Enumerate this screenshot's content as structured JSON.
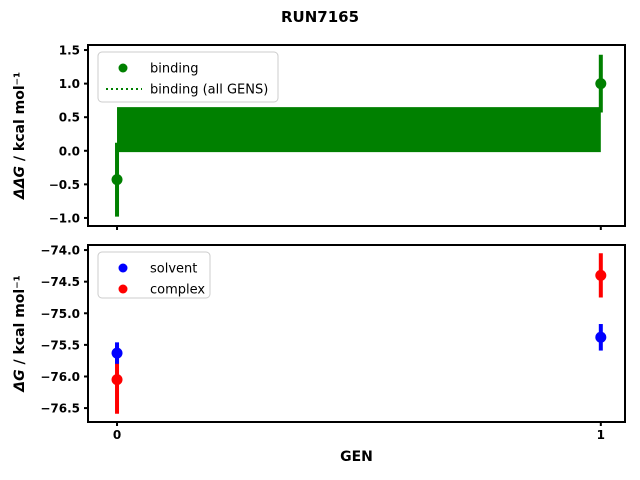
{
  "title": "RUN7165",
  "background": "#ffffff",
  "colors": {
    "binding": "#008000",
    "solvent": "#0000ff",
    "complex": "#ff0000",
    "axis": "#000000",
    "legend_border": "#cccccc"
  },
  "chart_data": [
    {
      "type": "scatter",
      "panel": "top",
      "ylabel": "ΔΔG / kcal mol⁻¹",
      "xlabel": "",
      "xlim": [
        -0.06,
        1.05
      ],
      "ylim": [
        -1.12,
        1.575
      ],
      "yticks": [
        1.5,
        1.0,
        0.5,
        0.0,
        -0.5,
        -1.0
      ],
      "yticklabels": [
        "1.5",
        "1.0",
        "0.5",
        "0.0",
        "−0.5",
        "−1.0"
      ],
      "xticks": [
        0,
        1
      ],
      "xticklabels": null,
      "grid": false,
      "legend": {
        "position": "upper left",
        "entries": [
          {
            "label": "binding",
            "handle": "dot",
            "color": "#008000"
          },
          {
            "label": "binding (all GENS)",
            "handle": "dotted-line",
            "color": "#008000"
          }
        ]
      },
      "series": [
        {
          "name": "binding",
          "color": "#008000",
          "x": [
            0,
            1
          ],
          "y": [
            -0.43,
            1.0
          ],
          "yerr": [
            0.55,
            0.43
          ]
        }
      ],
      "band": {
        "label": "binding (all GENS)",
        "color": "#008000",
        "x_span": [
          0,
          1
        ],
        "y_low": -0.02,
        "y_high": 0.65
      }
    },
    {
      "type": "scatter",
      "panel": "bottom",
      "ylabel": "ΔG / kcal mol⁻¹",
      "xlabel": "GEN",
      "xlim": [
        -0.06,
        1.05
      ],
      "ylim": [
        -76.72,
        -73.92
      ],
      "yticks": [
        -74.0,
        -74.5,
        -75.0,
        -75.5,
        -76.0,
        -76.5
      ],
      "yticklabels": [
        "−74.0",
        "−74.5",
        "−75.0",
        "−75.5",
        "−76.0",
        "−76.5"
      ],
      "xticks": [
        0,
        1
      ],
      "xticklabels": [
        "0",
        "1"
      ],
      "grid": false,
      "legend": {
        "position": "upper left",
        "entries": [
          {
            "label": "solvent",
            "handle": "dot",
            "color": "#0000ff"
          },
          {
            "label": "complex",
            "handle": "dot",
            "color": "#ff0000"
          }
        ]
      },
      "series": [
        {
          "name": "solvent",
          "color": "#0000ff",
          "x": [
            0,
            1
          ],
          "y": [
            -75.63,
            -75.38
          ],
          "yerr": [
            0.17,
            0.21
          ]
        },
        {
          "name": "complex",
          "color": "#ff0000",
          "x": [
            0,
            1
          ],
          "y": [
            -76.05,
            -74.4
          ],
          "yerr": [
            0.54,
            0.35
          ]
        }
      ]
    }
  ]
}
